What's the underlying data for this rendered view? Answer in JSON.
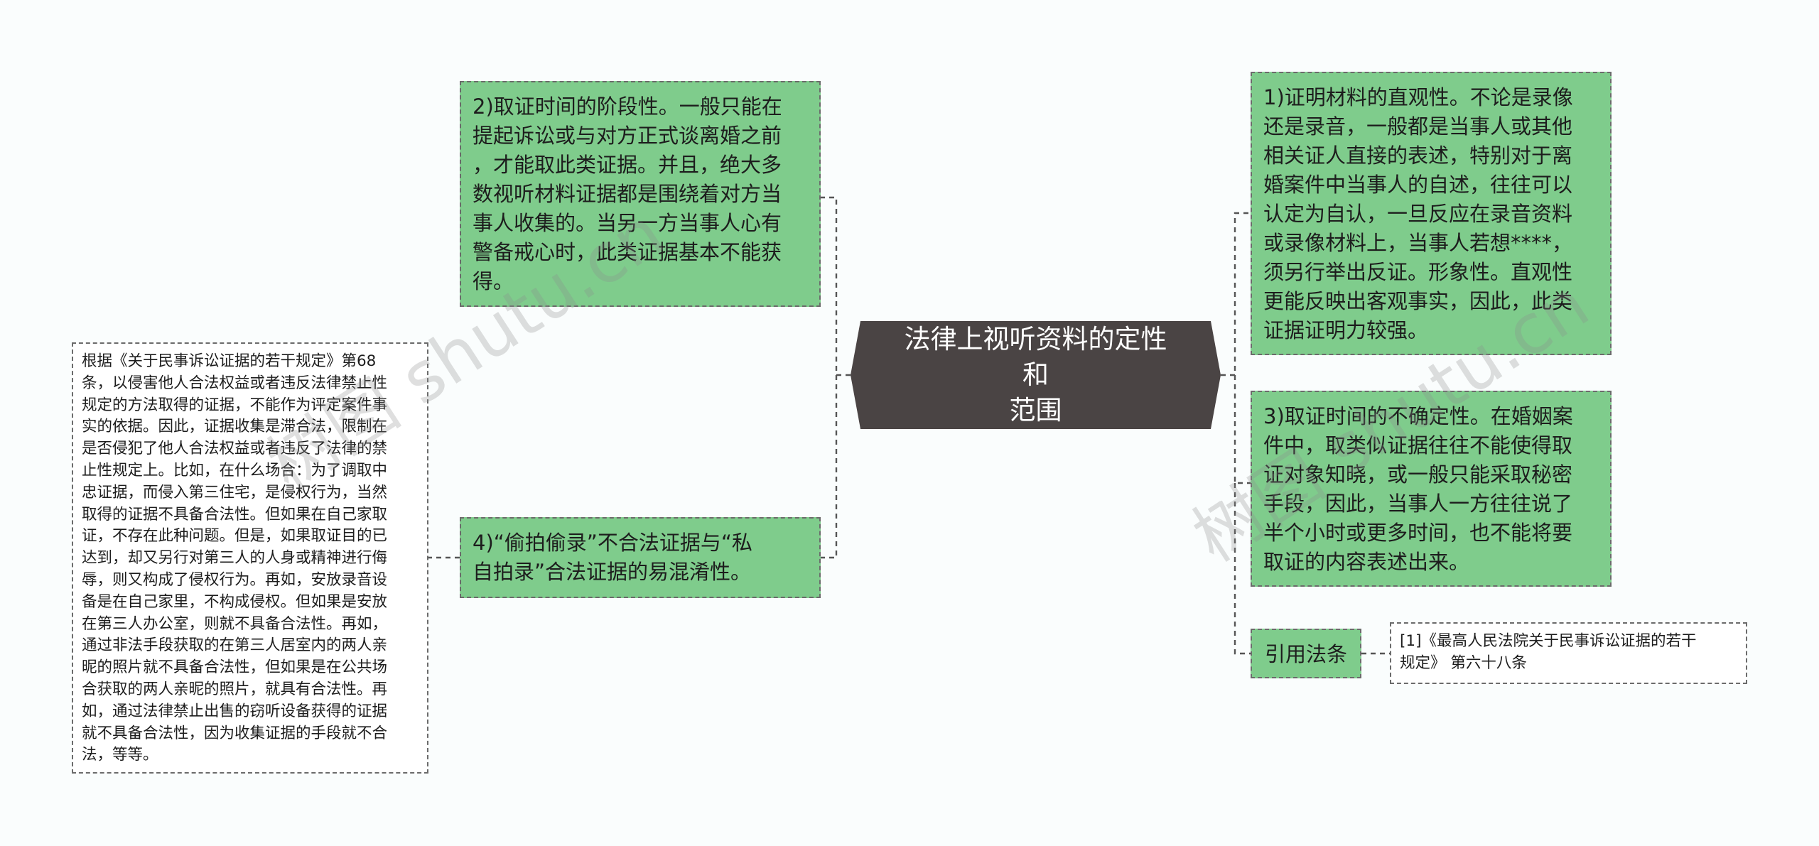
{
  "center": {
    "title": "法律上视听资料的定性和\n范围"
  },
  "left": {
    "top_node": "2)取证时间的阶段性。一般只能在\n提起诉讼或与对方正式谈离婚之前\n，才能取此类证据。并且，绝大多\n数视听材料证据都是围绕着对方当\n事人收集的。当另一方当事人心有\n警备戒心时，此类证据基本不能获\n得。",
    "bottom_node": "4)“偷拍偷录”不合法证据与“私\n自拍录”合法证据的易混淆性。",
    "detail_node": "根据《关于民事诉讼证据的若干规定》第68\n条，以侵害他人合法权益或者违反法律禁止性\n规定的方法取得的证据，不能作为评定案件事\n实的依据。因此，证据收集是滞合法，限制在\n是否侵犯了他人合法权益或者违反了法律的禁\n止性规定上。比如，在什么场合：为了调取中\n忠证据，而侵入第三住宅，是侵权行为，当然\n取得的证据不具备合法性。但如果在自己家取\n证，不存在此种问题。但是，如果取证目的已\n达到，却又另行对第三人的人身或精神进行侮\n辱，则又构成了侵权行为。再如，安放录音设\n备是在自己家里，不构成侵权。但如果是安放\n在第三人办公室，则就不具备合法性。再如，\n通过非法手段获取的在第三人居室内的两人亲\n昵的照片就不具备合法性，但如果是在公共场\n合获取的两人亲昵的照片，就具有合法性。再\n如，通过法律禁止出售的窃听设备获得的证据\n就不具备合法性，因为收集证据的手段就不合\n法，等等。"
  },
  "right": {
    "top_node": "1)证明材料的直观性。不论是录像\n还是录音，一般都是当事人或其他\n相关证人直接的表述，特别对于离\n婚案件中当事人的自述，往往可以\n认定为自认，一旦反应在录音资料\n或录像材料上，当事人若想****，\n须另行举出反证。形象性。直观性\n更能反映出客观事实，因此，此类\n证据证明力较强。",
    "middle_node": "3)取证时间的不确定性。在婚姻案\n件中，取类似证据往往不能使得取\n证对象知晓，或一般只能采取秘密\n手段，因此，当事人一方往往说了\n半个小时或更多时间，也不能将要\n取证的内容表述出来。",
    "law_label": "引用法条",
    "law_ref": "[1]《最高人民法院关于民事诉讼证据的若干\n规定》 第六十八条"
  },
  "watermarks": [
    "树图 shutu.cn",
    "树图 shutu.cn"
  ],
  "colors": {
    "green_node": "#7fcc8c",
    "center_node": "#4a4444",
    "connector": "#555555",
    "background": "#fafdfd"
  }
}
